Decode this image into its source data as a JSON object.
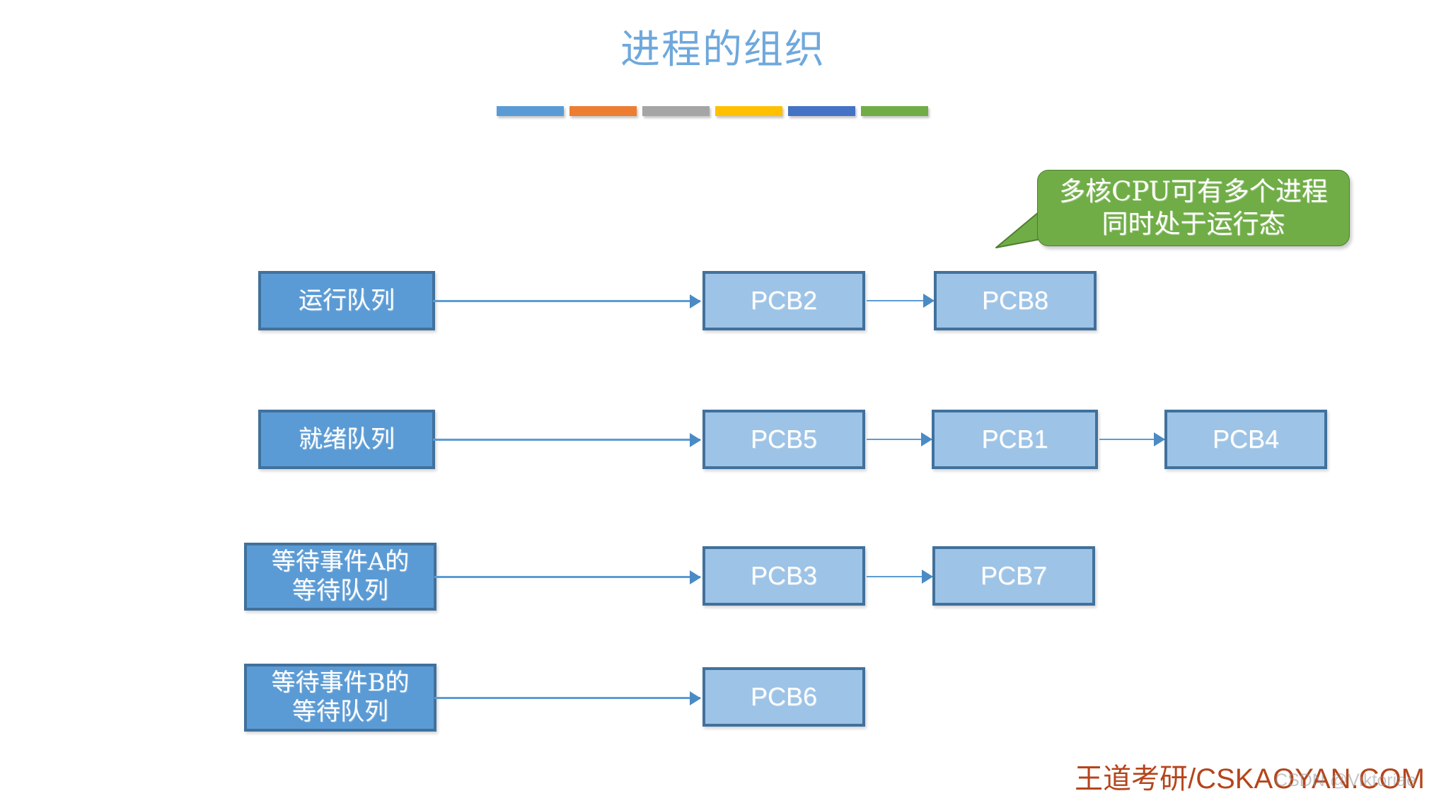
{
  "slide": {
    "title": "进程的组织",
    "title_color": "#6fa8dc",
    "background": "#ffffff"
  },
  "title_bars": [
    {
      "name": "bar-blue",
      "color": "#5b9bd5"
    },
    {
      "name": "bar-orange",
      "color": "#ed7d31"
    },
    {
      "name": "bar-gray",
      "color": "#a5a5a5"
    },
    {
      "name": "bar-gold",
      "color": "#ffc000"
    },
    {
      "name": "bar-darkblue",
      "color": "#4472c4"
    },
    {
      "name": "bar-green",
      "color": "#70ad47"
    }
  ],
  "callout": {
    "line1": "多核CPU可有多个进程",
    "line2": "同时处于运行态",
    "fill": "#70ad47",
    "border": "#507e32",
    "text_color": "#ffffff"
  },
  "colors": {
    "queue_fill": "#5b9bd5",
    "pcb_fill": "#9dc3e6",
    "node_border": "#41719c",
    "connector": "#5b9bd5"
  },
  "rows": [
    {
      "id": "running-queue",
      "label_lines": [
        "运行队列"
      ],
      "nodes": [
        "PCB2",
        "PCB8"
      ]
    },
    {
      "id": "ready-queue",
      "label_lines": [
        "就绪队列"
      ],
      "nodes": [
        "PCB5",
        "PCB1",
        "PCB4"
      ]
    },
    {
      "id": "wait-queue-a",
      "label_lines": [
        "等待事件A的",
        "等待队列"
      ],
      "nodes": [
        "PCB3",
        "PCB7"
      ]
    },
    {
      "id": "wait-queue-b",
      "label_lines": [
        "等待事件B的",
        "等待队列"
      ],
      "nodes": [
        "PCB6"
      ]
    }
  ],
  "watermarks": {
    "brand": "王道考研/CSKAOYAN.COM",
    "brand_color": "#b5451b",
    "csdn": "CSDN @Viktoriae"
  }
}
